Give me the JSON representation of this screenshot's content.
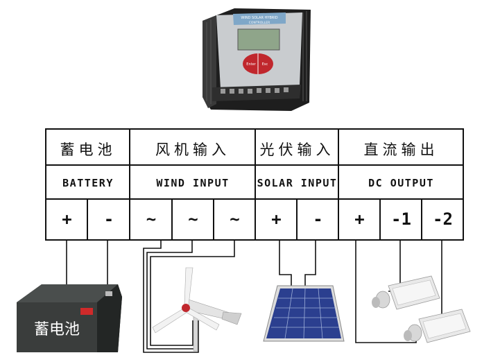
{
  "controller": {
    "brand_text": "WIND SOLAR HYBRID",
    "model_text": "CONTROLLER",
    "button_left": "Enter",
    "button_right": "Esc"
  },
  "table": {
    "groups": [
      {
        "zh": "蓄电池",
        "en": "BATTERY",
        "terminals": [
          "+",
          "-"
        ]
      },
      {
        "zh": "风机输入",
        "en": "WIND INPUT",
        "terminals": [
          "~",
          "~",
          "~"
        ]
      },
      {
        "zh": "光伏输入",
        "en": "SOLAR INPUT",
        "terminals": [
          "+",
          "-"
        ]
      },
      {
        "zh": "直流输出",
        "en": "DC OUTPUT",
        "terminals": [
          "+",
          "-1",
          "-2"
        ]
      }
    ]
  },
  "battery": {
    "label": "蓄电池"
  },
  "colors": {
    "line": "#111111",
    "controller_body": "#2a2a2a",
    "controller_face": "#c9cccf",
    "lcd": "#8fa58a",
    "button_red": "#c0272d",
    "battery_body": "#3a3d3c",
    "battery_terminal": "#d02a2a",
    "solar_cell": "#2b3f8f",
    "turbine": "#e8e8e8"
  }
}
